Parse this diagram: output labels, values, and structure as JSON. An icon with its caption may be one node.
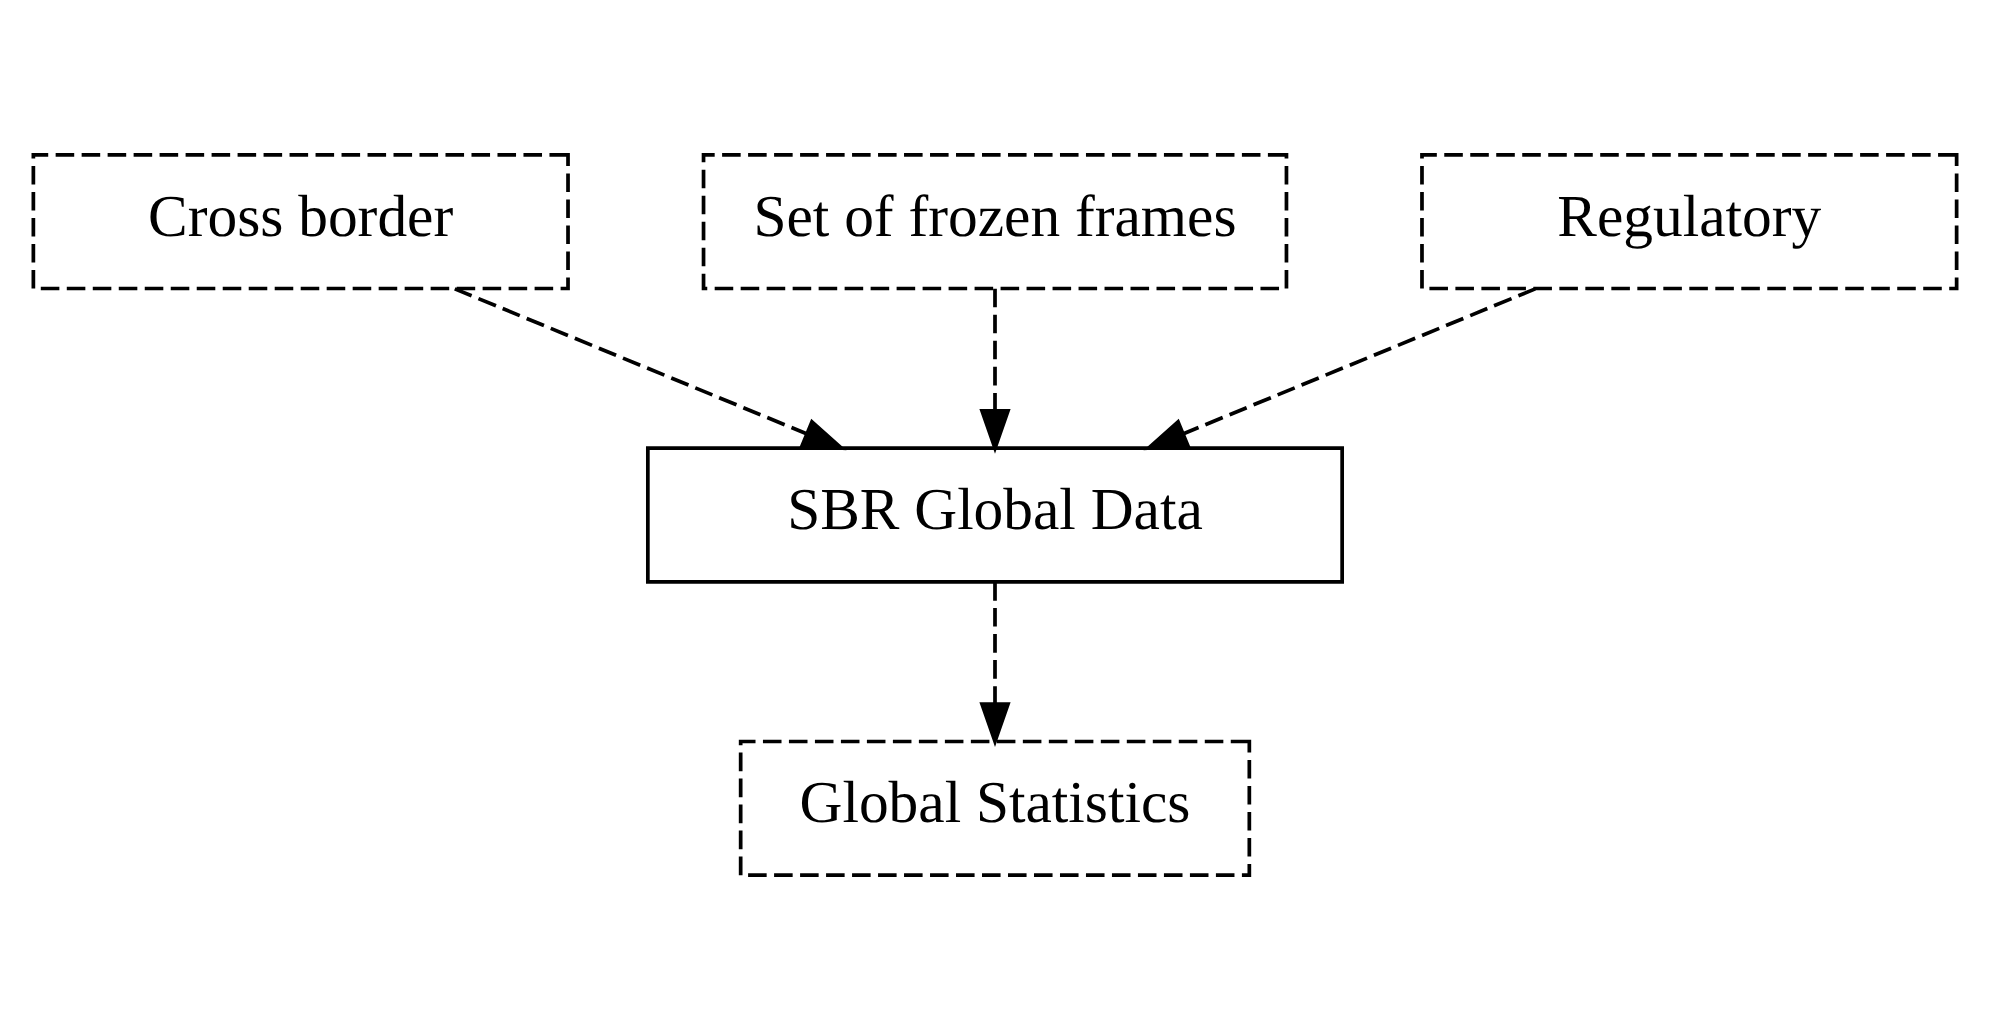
{
  "diagram": {
    "nodes": [
      {
        "text": [
          "Set of frozen frames"
        ]
      },
      {
        "text": [
          "Cross border"
        ]
      },
      {
        "text": [
          "Regulatory"
        ]
      },
      {
        "text": [
          "SBR Global Data"
        ]
      },
      {
        "text": [
          "Global Statistics"
        ]
      }
    ],
    "edges": [
      {
        "from": 1,
        "to": 3,
        "arrow": "to",
        "style": "dashed"
      },
      {
        "from": 0,
        "to": 3,
        "arrow": "to",
        "style": "dashed"
      },
      {
        "from": 2,
        "to": 3,
        "arrow": "to",
        "style": "dashed"
      },
      {
        "from": 3,
        "to": 4,
        "arrow": "to",
        "style": "dashed"
      }
    ]
  }
}
